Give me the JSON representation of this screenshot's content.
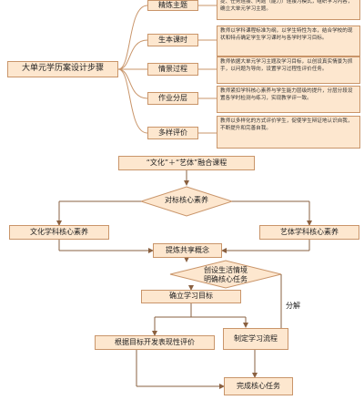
{
  "top_chart": {
    "root": "大单元学历案设计步骤",
    "steps": [
      {
        "label": "精炼主题",
        "desc": "提、任务连接、问题（能力）连接为模式，组织学习内容，确立大单元学习主题。"
      },
      {
        "label": "生本课时",
        "desc": "教师以学科课程标准为纲，以学生特性为本，结合学校的现状和特点确定学生学习课时与各学时学习目标。"
      },
      {
        "label": "情景过程",
        "desc": "教师依据大单元学习主题及学习目标，以创设真实情景为抓手，以问题为导向，设置学习过程性评价任务。"
      },
      {
        "label": "作业分层",
        "desc": "教师紧扣学科核心素养与学生能力层级的提升，分层分段设置各学时检测与练习，实现教学评一致。"
      },
      {
        "label": "多样评价",
        "desc": "教师以多样化的方式评价学生，促使学生辩证地认识自我，不断提升和完善自我。"
      }
    ]
  },
  "bottom_chart": {
    "top": "“文化”＋“艺体”融合课程",
    "diamond1": "对标核心素养",
    "left": "文化学科核心素养",
    "right": "艺体学科核心素养",
    "refine": "提炼共享概念",
    "diamond2_line1": "创设生活情境",
    "diamond2_line2": "明确核心任务",
    "goal": "确立学习目标",
    "decompose": "分解",
    "eval": "根据目标开发表现性评价",
    "process": "制定学习流程",
    "complete": "完成核心任务"
  },
  "colors": {
    "fill": "#fde7cf",
    "border": "#c9956a",
    "line": "#b07a50"
  }
}
